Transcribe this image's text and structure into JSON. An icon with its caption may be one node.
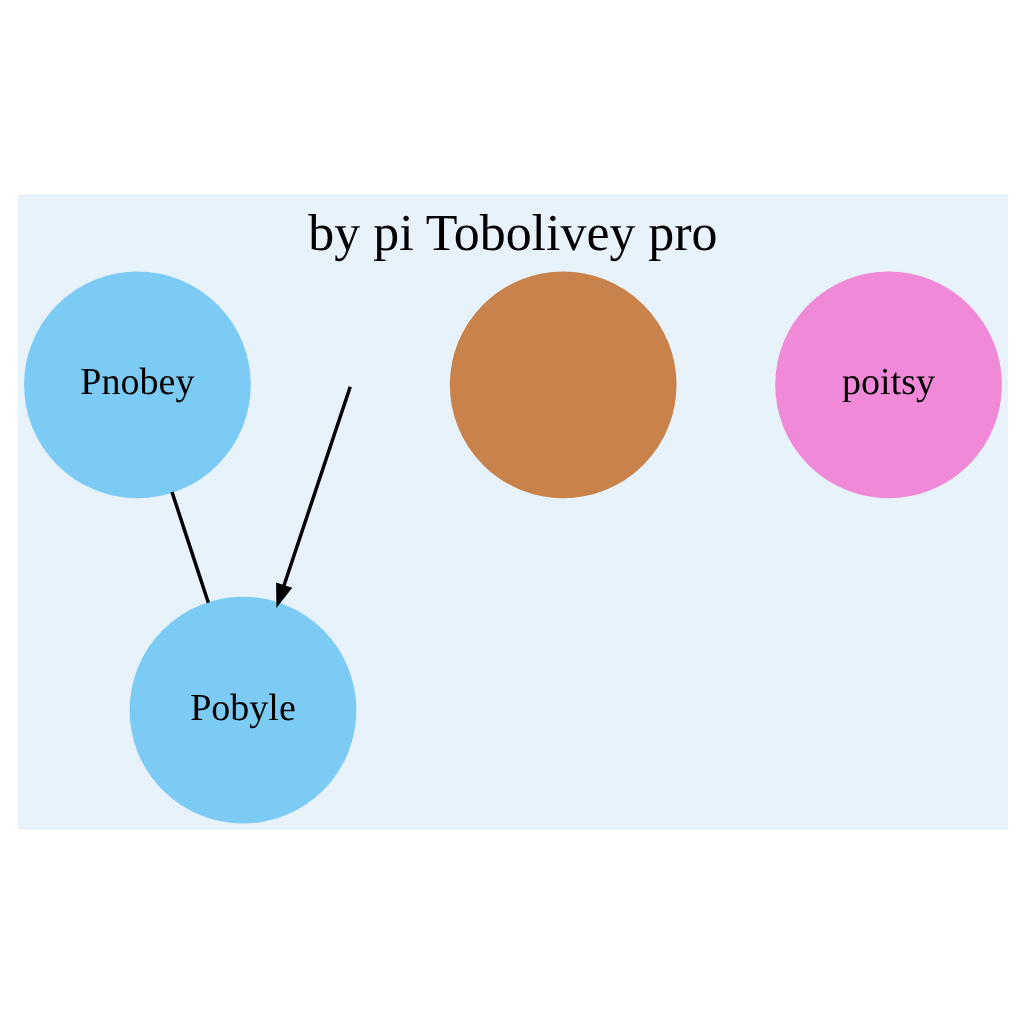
{
  "diagram": {
    "title": "by pi Tobolivey pro",
    "nodes": [
      {
        "text": [
          "Pnobey"
        ]
      },
      {
        "text": [],
        "shape": "circle"
      },
      {
        "text": [
          "poitsy"
        ]
      },
      {
        "text": [
          "Pobyle"
        ]
      }
    ],
    "edges": [
      {
        "from": 0,
        "to": 3,
        "arrow": "none"
      },
      {
        "from": null,
        "to": 3,
        "arrow": "to"
      }
    ]
  }
}
